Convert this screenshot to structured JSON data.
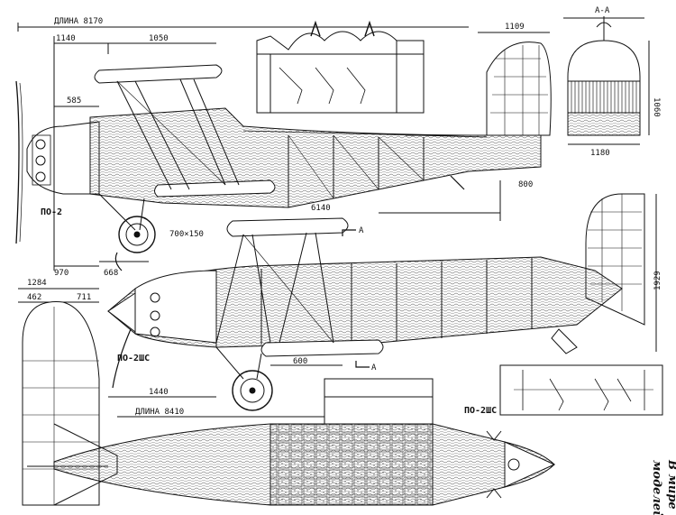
{
  "drawing": {
    "top_view_labels": {
      "length_total": "ДЛИНА 8170",
      "dim_1140": "1140",
      "dim_1050": "1050",
      "dim_585": "585",
      "dim_6140": "6140",
      "dim_970": "970",
      "dim_668": "668",
      "wheel_size": "700×150",
      "dim_1109": "1109",
      "dim_800": "800",
      "model_name": "ПО-2"
    },
    "section": {
      "title": "А-А",
      "dim_1060": "1060",
      "dim_1180": "1180"
    },
    "second_view": {
      "model_name": "ПО-2ШС",
      "section_mark_top": "А",
      "section_mark_bottom": "А",
      "dim_1929": "1929",
      "dim_1284": "1284",
      "dim_462": "462",
      "dim_711": "711",
      "dim_600": "600",
      "dim_1440": "1440",
      "length_total": "ДЛИНА 8410"
    },
    "plan_view": {
      "model_name": "ПО-2ШС"
    },
    "caption_line1": "В мире",
    "caption_line2": "моделей"
  }
}
